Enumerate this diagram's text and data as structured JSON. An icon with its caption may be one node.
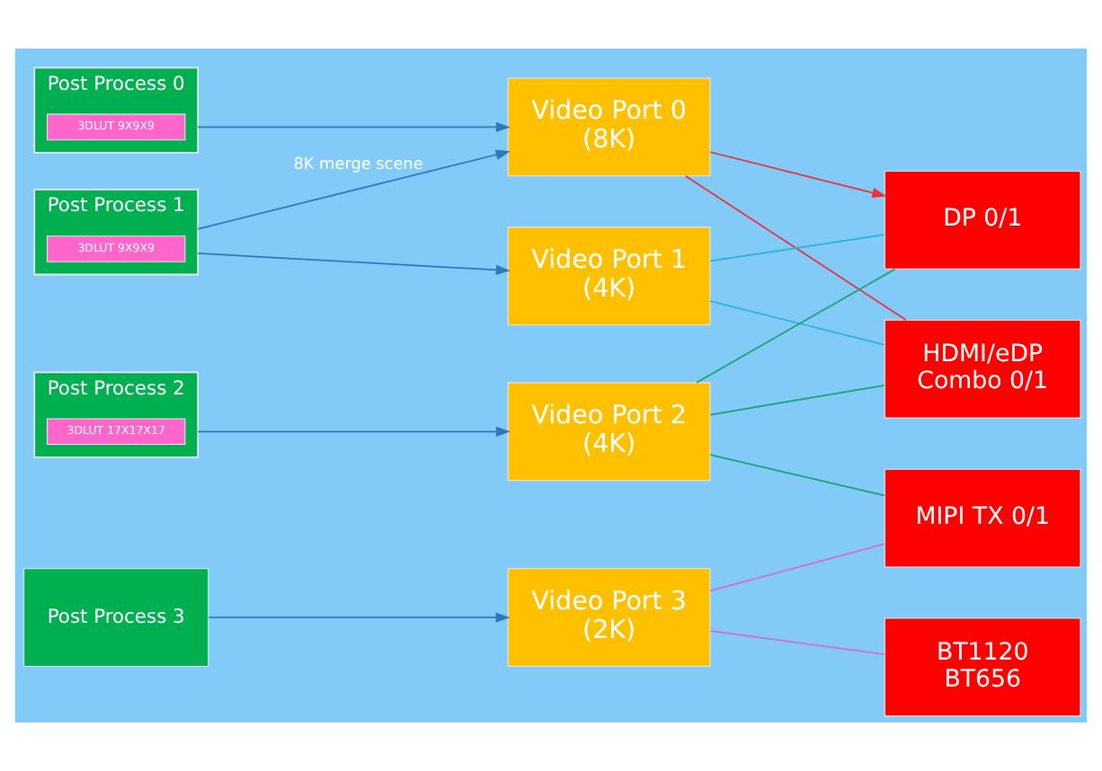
{
  "diagram": {
    "nodes": [
      {
        "text": [
          "Post Process 0"
        ]
      },
      {
        "text": [
          "3DLUT 9X9X9"
        ],
        "in": 0
      },
      {
        "text": [
          "Post Process 1"
        ]
      },
      {
        "text": [
          "3DLUT 9X9X9"
        ],
        "in": 2
      },
      {
        "text": [
          "Post Process 2"
        ]
      },
      {
        "text": [
          "3DLUT 17X17X17"
        ],
        "in": 4
      },
      {
        "text": [
          "Post Process 3"
        ]
      },
      {
        "text": [
          "Video Port 0 (8K)"
        ]
      },
      {
        "text": [
          "Video Port 1 (4K)"
        ]
      },
      {
        "text": [
          "Video Port 2 (4K)"
        ]
      },
      {
        "text": [
          "Video Port 3 (2K)"
        ]
      },
      {
        "text": [
          "DP 0/1"
        ]
      },
      {
        "text": [
          "HDMI/eDP Combo 0/1"
        ]
      },
      {
        "text": [
          "MIPI TX 0/1"
        ]
      },
      {
        "text": [
          "BT1120 BT656"
        ]
      }
    ],
    "edges": [
      {
        "from": 0,
        "to": 7,
        "arrow": "to"
      },
      {
        "from": 2,
        "to": 7,
        "arrow": "to",
        "label": "8K merge scene"
      },
      {
        "from": 2,
        "to": 8,
        "arrow": "to"
      },
      {
        "from": 4,
        "to": 9,
        "arrow": "to"
      },
      {
        "from": 6,
        "to": 10,
        "arrow": "to"
      },
      {
        "from": 7,
        "to": 11,
        "arrow": "to",
        "color": "#e8333a"
      },
      {
        "from": 7,
        "to": 12,
        "arrow": "none",
        "color": "#e8333a"
      },
      {
        "from": 8,
        "to": 11,
        "arrow": "none",
        "color": "#27b3d9"
      },
      {
        "from": 8,
        "to": 12,
        "arrow": "none",
        "color": "#27b3d9"
      },
      {
        "from": 9,
        "to": 11,
        "arrow": "none",
        "color": "#1aa36e"
      },
      {
        "from": 9,
        "to": 12,
        "arrow": "none",
        "color": "#1aa36e"
      },
      {
        "from": 9,
        "to": 13,
        "arrow": "none",
        "color": "#1aa36e"
      },
      {
        "from": 10,
        "to": 13,
        "arrow": "none",
        "color": "#d46bd8"
      },
      {
        "from": 10,
        "to": 14,
        "arrow": "none",
        "color": "#d46bd8"
      }
    ]
  }
}
